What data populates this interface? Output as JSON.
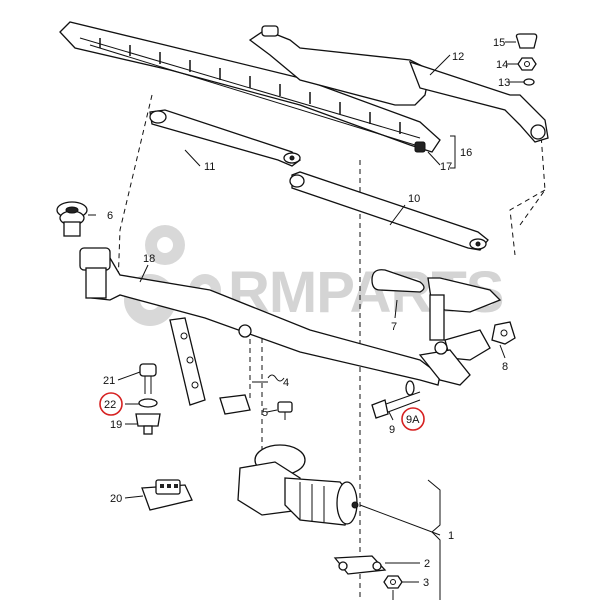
{
  "watermark": {
    "brand_text": "RMPARTS"
  },
  "labels": {
    "p1": "1",
    "p2": "2",
    "p3": "3",
    "p4": "4",
    "p5": "5",
    "p6": "6",
    "p7": "7",
    "p8": "8",
    "p9": "9",
    "p9a": "9A",
    "p10": "10",
    "p11": "11",
    "p12": "12",
    "p13": "13",
    "p14": "14",
    "p15": "15",
    "p16": "16",
    "p17": "17",
    "p18": "18",
    "p19": "19",
    "p20": "20",
    "p21": "21",
    "p22": "22"
  },
  "highlighted_labels": [
    "22",
    "9A"
  ],
  "colors": {
    "line": "#111111",
    "highlight": "#d62020",
    "watermark": "#d4d4d4"
  }
}
